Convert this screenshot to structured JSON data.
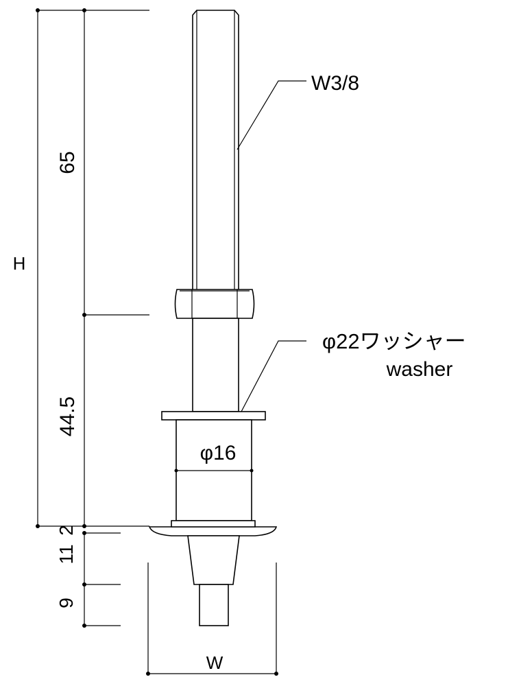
{
  "drawing": {
    "dimensions": {
      "overall_height": "H",
      "thread_length": "65",
      "body_length": "44.5",
      "gap_bottom": "2",
      "cone_length": "11",
      "pin_length": "9",
      "width": "W"
    },
    "callouts": {
      "thread_spec": "W3/8",
      "washer_jp": "φ22ワッシャー",
      "washer_en": "washer",
      "body_diameter": "φ16"
    }
  }
}
